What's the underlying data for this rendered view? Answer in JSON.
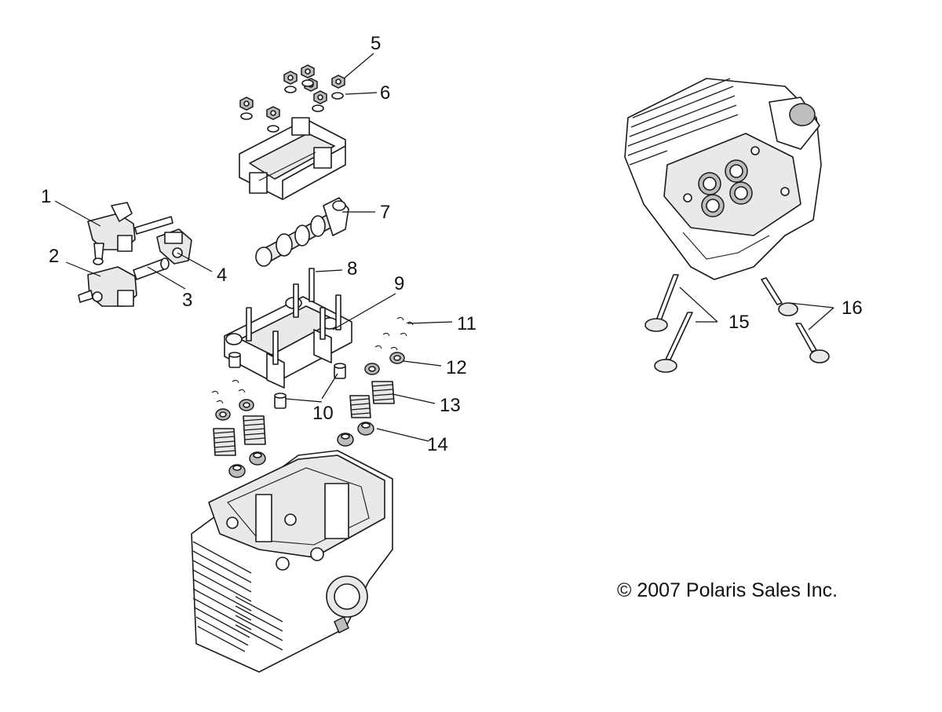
{
  "callouts": [
    "1",
    "2",
    "3",
    "4",
    "5",
    "6",
    "7",
    "8",
    "9",
    "10",
    "11",
    "12",
    "13",
    "14",
    "15",
    "16"
  ],
  "copyright": "© 2007 Polaris Sales Inc.",
  "colors": {
    "line": "#1a1a1a",
    "shade": "#e9e9e9",
    "dark": "#bdbdbd",
    "background": "#ffffff"
  }
}
